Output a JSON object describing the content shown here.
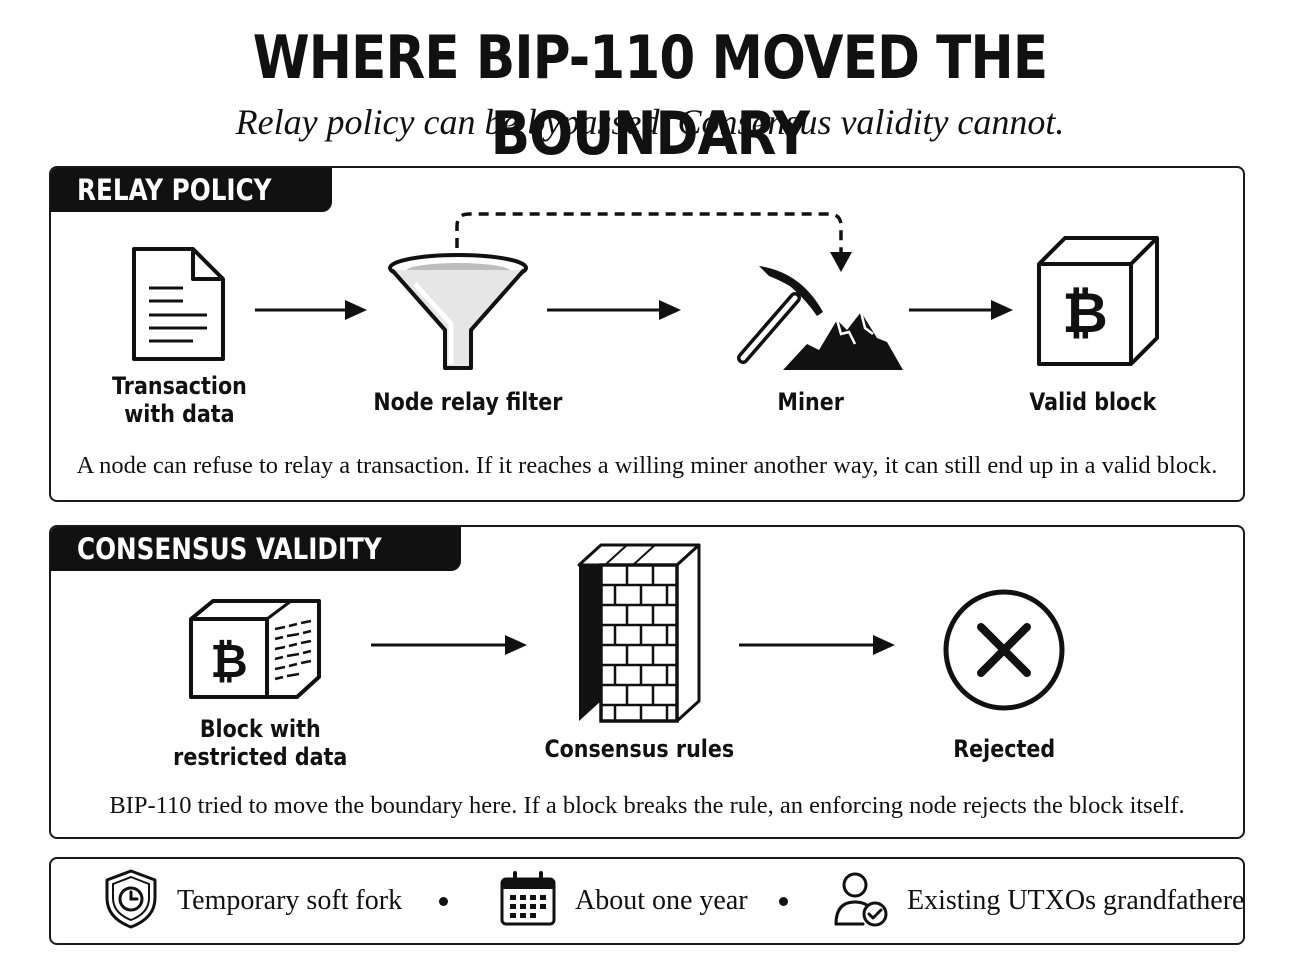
{
  "title": "WHERE BIP-110 MOVED THE BOUNDARY",
  "subtitle": "Relay policy can be bypassed. Consensus validity cannot.",
  "relay_panel": {
    "tag": "RELAY POLICY",
    "nodes": [
      {
        "label_line1": "Transaction",
        "label_line2": "with data",
        "icon": "document-icon"
      },
      {
        "label": "Node relay filter",
        "icon": "funnel-icon"
      },
      {
        "label": "Miner",
        "icon": "pickaxe-mountain-icon"
      },
      {
        "label": "Valid block",
        "icon": "bitcoin-block-icon",
        "symbol": "₿"
      }
    ],
    "note": "A node can refuse to relay a transaction. If it reaches a willing miner another way, it can still end up in a valid block."
  },
  "consensus_panel": {
    "tag": "CONSENSUS VALIDITY",
    "nodes": [
      {
        "label_line1": "Block with",
        "label_line2": "restricted data",
        "icon": "bitcoin-data-block-icon",
        "symbol": "₿"
      },
      {
        "label": "Consensus rules",
        "icon": "brick-wall-icon"
      },
      {
        "label": "Rejected",
        "icon": "rejected-x-icon"
      }
    ],
    "note": "BIP-110 tried to move the boundary here. If a block breaks the rule, an enforcing node rejects the block itself."
  },
  "footer": {
    "items": [
      {
        "text": "Temporary soft fork",
        "icon": "shield-clock-icon"
      },
      {
        "text": "About one year",
        "icon": "calendar-icon"
      },
      {
        "text": "Existing UTXOs grandfathered",
        "icon": "user-check-icon"
      }
    ]
  }
}
